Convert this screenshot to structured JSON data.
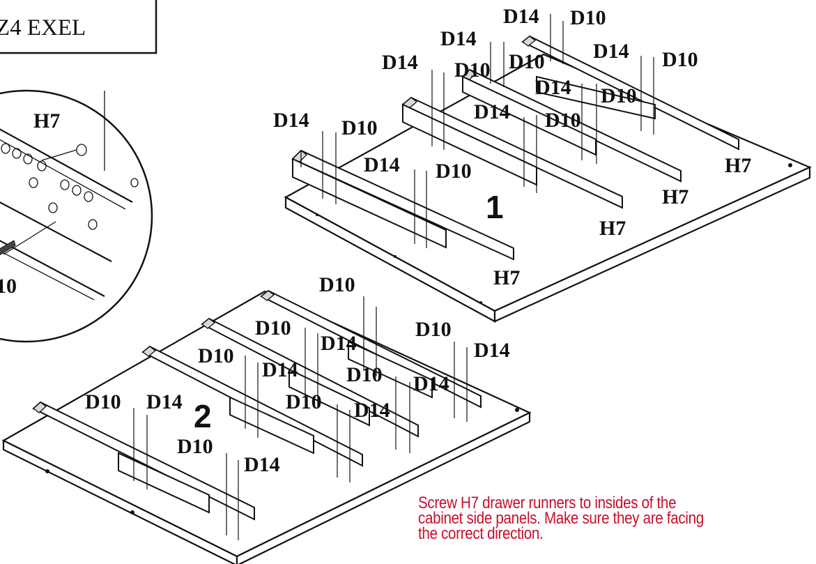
{
  "header": {
    "model": "Z4 EXEL"
  },
  "detail": {
    "runner_label": "H7",
    "screw_label": "10"
  },
  "step1": {
    "number": "1",
    "screw_labels": {
      "a": [
        "D14",
        "D10"
      ],
      "b": [
        "D14",
        "D10"
      ],
      "c": [
        "D14",
        "D10"
      ],
      "d": [
        "D14",
        "D10"
      ],
      "e": [
        "D14",
        "D10"
      ],
      "f": [
        "D14",
        "D10"
      ],
      "g": [
        "D14",
        "D10"
      ],
      "h": [
        "D14",
        "D10"
      ]
    },
    "runner_labels": [
      "H7",
      "H7",
      "H7",
      "H7"
    ]
  },
  "step2": {
    "number": "2",
    "screw_labels": {
      "a": [
        "D10",
        "D14"
      ],
      "b": [
        "D10",
        "D14"
      ],
      "c": [
        "D10",
        "D14"
      ],
      "d": [
        "D10",
        "D14"
      ],
      "e": [
        "D10",
        "D14"
      ],
      "f": [
        "D10",
        "D14"
      ],
      "g": [
        "D10"
      ]
    }
  },
  "instruction": {
    "lines": [
      "Screw H7 drawer runners to insides of  the",
      "cabinet side panels. Make sure they are facing",
      "the correct direction."
    ],
    "color": "#c8102e"
  }
}
